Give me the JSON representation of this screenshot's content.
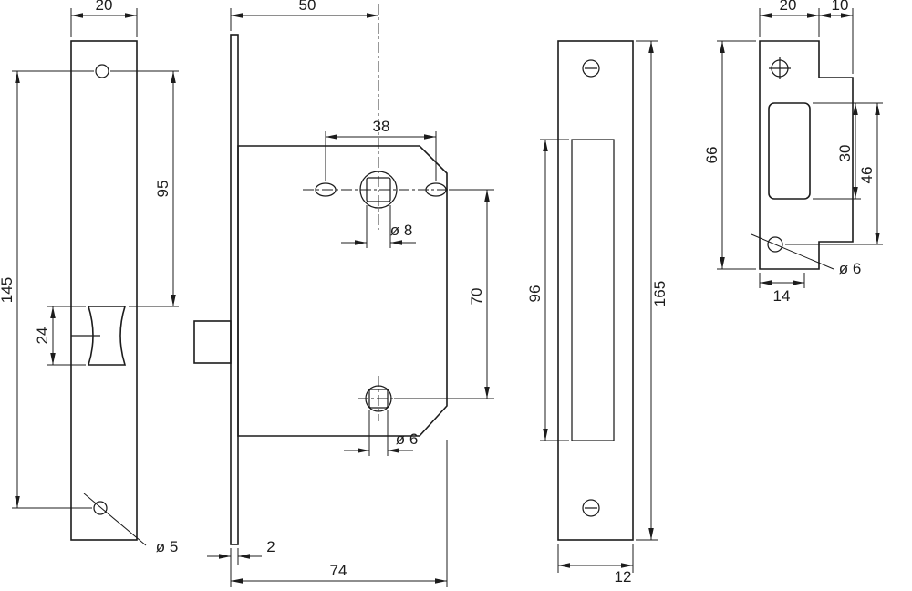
{
  "colors": {
    "background": "#ffffff",
    "line": "#1c1c1c"
  },
  "views": {
    "faceplate_front": {
      "dims": {
        "width": "20",
        "hole_span": "145",
        "hole_to_latch": "95",
        "latch_window_height": "24",
        "screw_hole_dia": "ø 5"
      }
    },
    "lock_body_side": {
      "dims": {
        "backset": "50",
        "top_hole_span": "38",
        "spindle_hole_dia": "ø 8",
        "vertical_centers": "70",
        "latch_hole_dia": "ø 6",
        "plate_thickness": "2",
        "body_depth": "74"
      }
    },
    "lock_faceplate": {
      "dims": {
        "recess_height": "96",
        "plate_height": "165",
        "plate_width": "12"
      }
    },
    "strike_plate": {
      "dims": {
        "plate_width": "20",
        "lip_width": "10",
        "plate_height": "66",
        "latch_hole_height": "30",
        "hole_to_hole": "46",
        "latch_hole_width": "14",
        "screw_hole_dia": "ø 6"
      }
    }
  }
}
